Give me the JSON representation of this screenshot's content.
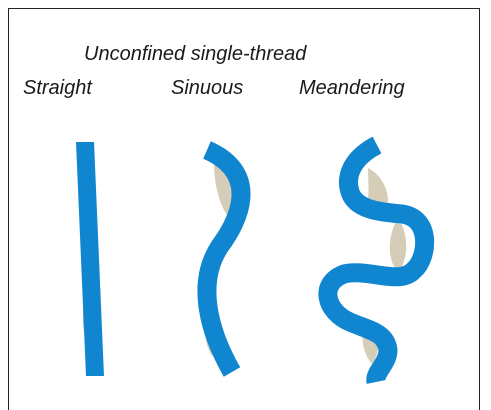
{
  "heading": "Unconfined single-thread",
  "channels": [
    {
      "id": "straight",
      "label": "Straight"
    },
    {
      "id": "sinuous",
      "label": "Sinuous"
    },
    {
      "id": "meandering",
      "label": "Meandering"
    }
  ],
  "colors": {
    "channel": "#0f86cf",
    "bar": "#d6cdb9",
    "text": "#1a1a1a",
    "frame": "#222222"
  }
}
